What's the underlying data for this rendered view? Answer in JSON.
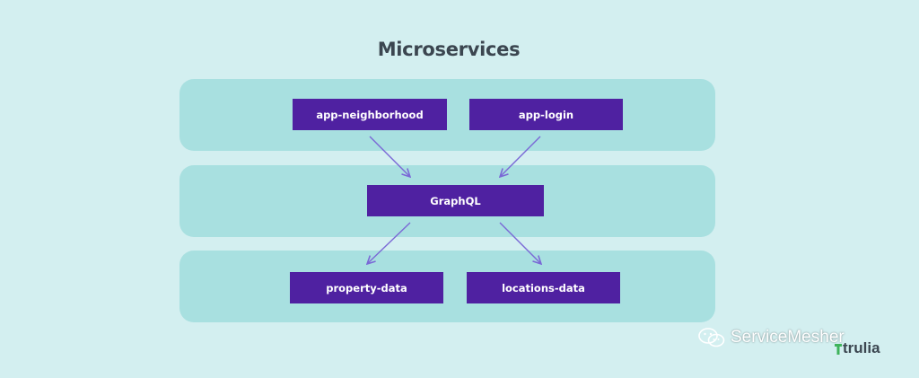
{
  "title": "Microservices",
  "layers": {
    "top": [
      "app-neighborhood",
      "app-login"
    ],
    "middle": [
      "GraphQL"
    ],
    "bottom": [
      "property-data",
      "locations-data"
    ]
  },
  "edges": [
    {
      "from": "app-neighborhood",
      "to": "GraphQL"
    },
    {
      "from": "app-login",
      "to": "GraphQL"
    },
    {
      "from": "GraphQL",
      "to": "property-data"
    },
    {
      "from": "GraphQL",
      "to": "locations-data"
    }
  ],
  "watermark": "ServiceMesher",
  "brand": "trulia",
  "colors": {
    "background": "#d3eff0",
    "layer": "#a8e0e0",
    "node": "#4f21a1",
    "arrow": "#7a68d6",
    "brand_accent": "#3fb35b"
  }
}
